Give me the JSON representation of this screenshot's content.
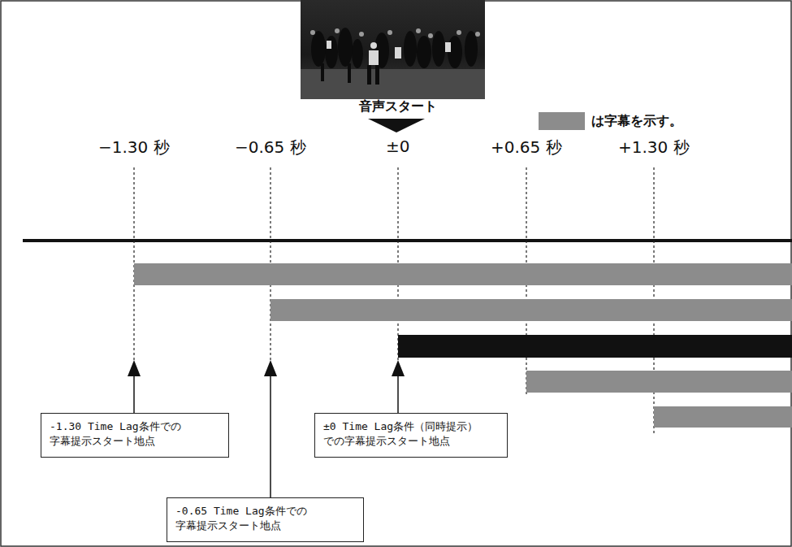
{
  "diagram": {
    "nodes": [
      {
        "text": [
          "-1.30 Time Lag条件での 字幕提示スタート地点"
        ]
      },
      {
        "text": [
          "-0.65 Time Lag条件での 字幕提示スタート地点"
        ]
      },
      {
        "text": [
          "±0 Time Lag条件（同時提示） での字幕提示スタート地点"
        ]
      }
    ],
    "labels": [
      "音声スタート",
      "−1.30 秒",
      "−0.65 秒",
      "±0",
      "+0.65 秒",
      "+1.30 秒"
    ],
    "legend": [
      {
        "text": "は字幕を示す。",
        "color": "#8c8c8c"
      }
    ]
  }
}
